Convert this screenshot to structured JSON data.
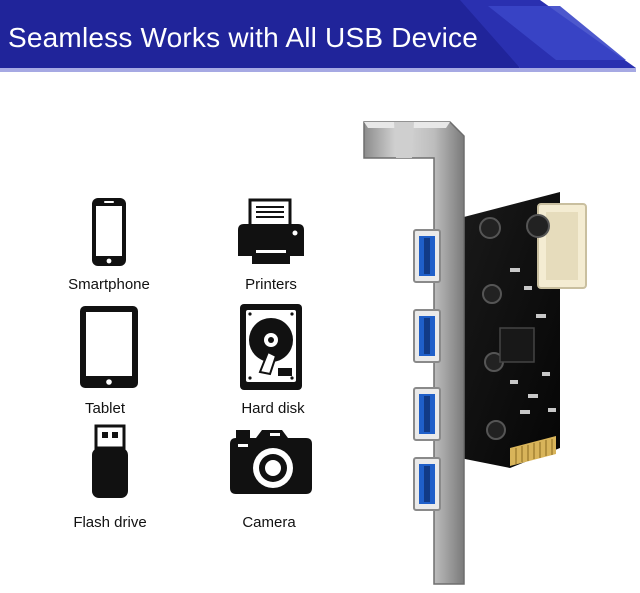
{
  "banner": {
    "title": "Seamless Works with All USB Device",
    "colors": {
      "primary": "#20249a",
      "accent": "#3a46c8",
      "stripe": "#6a6fd0"
    }
  },
  "devices": [
    {
      "label": "Smartphone",
      "icon": "smartphone-icon"
    },
    {
      "label": "Printers",
      "icon": "printer-icon"
    },
    {
      "label": "Tablet",
      "icon": "tablet-icon"
    },
    {
      "label": "Hard disk",
      "icon": "hard-disk-icon"
    },
    {
      "label": "Flash drive",
      "icon": "flash-drive-icon"
    },
    {
      "label": "Camera",
      "icon": "camera-icon"
    }
  ],
  "product": {
    "name": "usb-pcie-expansion-card",
    "port_count": 4,
    "colors": {
      "pcb": "#0c0c0c",
      "port": "#1f5fc9",
      "bracket": "#bdbdbd",
      "connector": "#f4ecd2",
      "gold": "#d8b45a"
    }
  }
}
